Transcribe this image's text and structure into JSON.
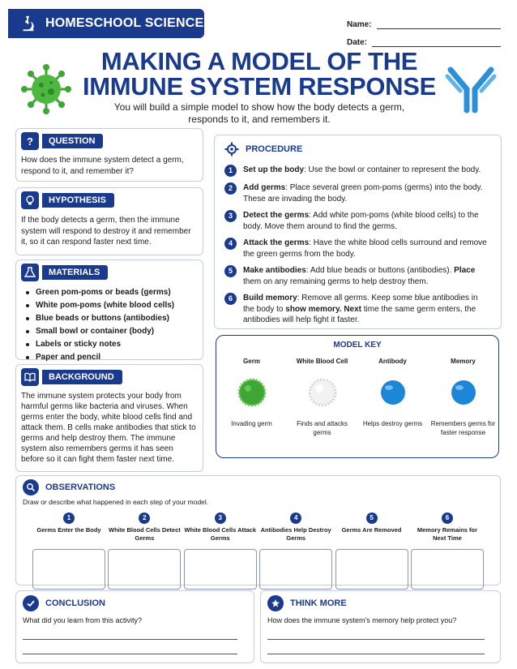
{
  "header": {
    "badge": "HOMESCHOOL SCIENCE",
    "name_label": "Name:",
    "date_label": "Date:"
  },
  "title": {
    "line1": "MAKING A MODEL OF THE",
    "line2": "IMMUNE SYSTEM RESPONSE"
  },
  "subtitle": "You will build a simple model to show how the body detects a germ, responds to it, and remembers it.",
  "question": {
    "tag": "QUESTION",
    "icon": "?",
    "text": "How does the immune system detect a germ, respond to it, and remember it?"
  },
  "hypothesis": {
    "tag": "HYPOTHESIS",
    "text": "If the body detects a germ, then the immune system will respond to destroy it and remember it, so it can respond faster next time."
  },
  "materials": {
    "tag": "MATERIALS",
    "items": [
      "Green pom-poms or beads (germs)",
      "White pom-poms (white blood cells)",
      "Blue beads or buttons (antibodies)",
      "Small bowl or container (body)",
      "Labels or sticky notes",
      "Paper and pencil"
    ]
  },
  "background": {
    "tag": "BACKGROUND",
    "text": "The immune system protects your body from harmful germs like bacteria and viruses. When germs enter the body, white blood cells find and attack them. B cells make antibodies that stick to germs and help destroy them. The immune system also remembers germs it has seen before so it can fight them faster next time."
  },
  "procedure": {
    "title": "PROCEDURE",
    "steps": [
      {
        "num": "1",
        "bold": "Set up the body",
        "rest": ": Use the bowl or container to represent the body."
      },
      {
        "num": "2",
        "bold": "Add germs",
        "rest": ": Place several green pom-poms (germs) into the body. These are invading the body."
      },
      {
        "num": "3",
        "bold": "Detect the germs",
        "rest": ": Add white pom-poms (white blood cells) to the body. Move them around to find the germs."
      },
      {
        "num": "4",
        "bold": "Attack the germs",
        "rest": ": Have the white blood cells surround and remove the green germs from the body."
      },
      {
        "num": "5",
        "bold": "Make antibodies",
        "rest": ": Add blue beads or buttons (antibodies). ",
        "bold2": "Place",
        "rest2": " them on any remaining germs to help destroy them."
      },
      {
        "num": "6",
        "bold": "Build memory",
        "rest": ": Remove all germs. Keep some blue antibodies in the body to ",
        "bold2": "show memory. Next",
        "rest2": " time the same germ enters, the antibodies will help fight it faster."
      }
    ]
  },
  "model_key": {
    "title": "MODEL KEY",
    "items": [
      {
        "name": "Germ",
        "desc": "Invading germ",
        "color": "#3fa535"
      },
      {
        "name": "White Blood Cell",
        "desc": "Finds and attacks germs",
        "color": "#f2f2f2"
      },
      {
        "name": "Antibody",
        "desc": "Helps destroy germs",
        "color": "#1e86d6"
      },
      {
        "name": "Memory",
        "desc": "Remembers germs for faster response",
        "color": "#1e86d6"
      }
    ]
  },
  "observations": {
    "title": "OBSERVATIONS",
    "instruction": "Draw or describe what happened in each step of your model.",
    "steps": [
      {
        "num": "1",
        "label": "Germs Enter the Body"
      },
      {
        "num": "2",
        "label": "White Blood Cells Detect Germs"
      },
      {
        "num": "3",
        "label": "White Blood Cells Attack Germs"
      },
      {
        "num": "4",
        "label": "Antibodies Help Destroy Germs"
      },
      {
        "num": "5",
        "label": "Germs Are Removed"
      },
      {
        "num": "6",
        "label": "Memory Remains for Next Time"
      }
    ]
  },
  "conclusion": {
    "title": "CONCLUSION",
    "prompt": "What did you learn from this activity?"
  },
  "think_more": {
    "title": "THINK MORE",
    "prompt": "How does the immune system's memory help protect you?"
  },
  "colors": {
    "brand": "#1a3a8e",
    "germ": "#3fa535",
    "antibody": "#1e86d6"
  }
}
